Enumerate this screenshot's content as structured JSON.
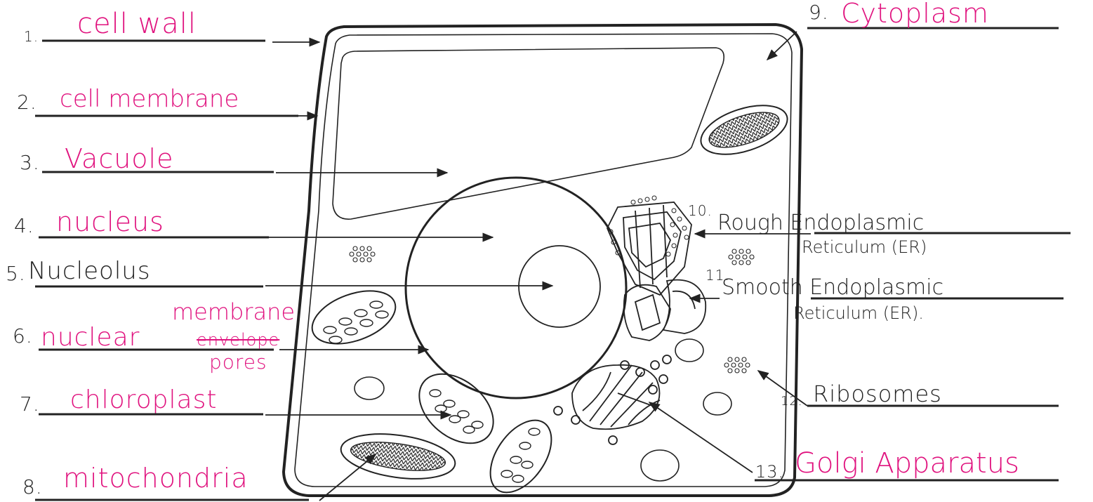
{
  "colors": {
    "ink": "#222222",
    "handwriting": "#e0127e",
    "paper": "#ffffff"
  },
  "labels": [
    {
      "num": "1.",
      "answer": "cell wall"
    },
    {
      "num": "2.",
      "answer": "cell membrane"
    },
    {
      "num": "3.",
      "answer": "Vacuole"
    },
    {
      "num": "4.",
      "answer": "nucleus"
    },
    {
      "num": "5.",
      "answer": "Nucleolus"
    },
    {
      "num": "6.",
      "answer": "nuclear",
      "struck": "envelope",
      "above": "membrane",
      "below": "pores"
    },
    {
      "num": "7.",
      "answer": "chloroplast"
    },
    {
      "num": "8.",
      "answer": "mitochondria"
    },
    {
      "num": "9.",
      "answer": "Cytoplasm"
    },
    {
      "num": "10.",
      "answer": "Rough Endoplasmic",
      "line2": "Reticulum (ER)"
    },
    {
      "num": "11.",
      "answer": "Smooth Endoplasmic",
      "line2": "Reticulum (ER)."
    },
    {
      "num": "12.",
      "answer": "Ribosomes"
    },
    {
      "num": "13.",
      "answer": "Golgi Apparatus"
    }
  ]
}
